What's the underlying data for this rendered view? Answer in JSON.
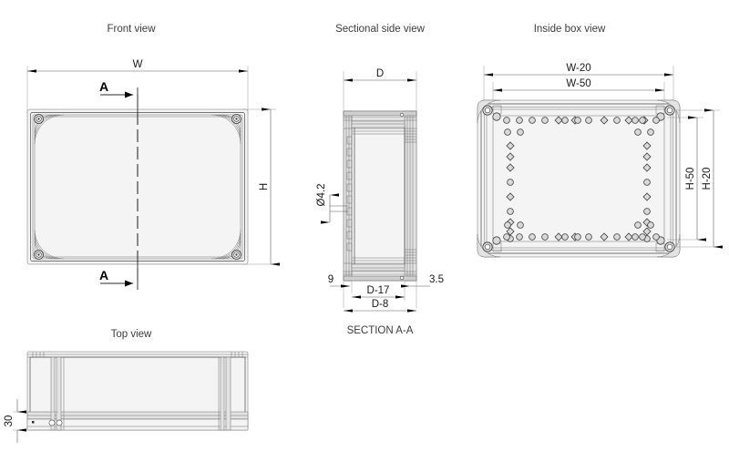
{
  "drawing": {
    "type": "technical-enclosure-drawing",
    "background_color": "#ffffff",
    "line_color": "#4a4a4a",
    "text_color": "#3c3c3c"
  },
  "views": {
    "front": {
      "title": "Front view",
      "dimensions": {
        "width_label": "W",
        "height_label": "H"
      },
      "section_marks": [
        {
          "letter": "A",
          "position": "top"
        },
        {
          "letter": "A",
          "position": "bottom"
        }
      ]
    },
    "sectional_side": {
      "title": "Sectional side view",
      "caption": "SECTION A-A",
      "dimensions": {
        "depth_label": "D",
        "hole_diameter": "Ø4.2",
        "offset_left": "9",
        "offset_right": "3.5",
        "inner_depth": "D-17",
        "outer_depth": "D-8"
      }
    },
    "inside_box": {
      "title": "Inside box view",
      "dimensions": {
        "width_outer": "W-20",
        "width_inner": "W-50",
        "height_inner": "H-50",
        "height_outer": "H-20"
      }
    },
    "top": {
      "title": "Top view",
      "dimensions": {
        "height_label": "30"
      }
    }
  }
}
